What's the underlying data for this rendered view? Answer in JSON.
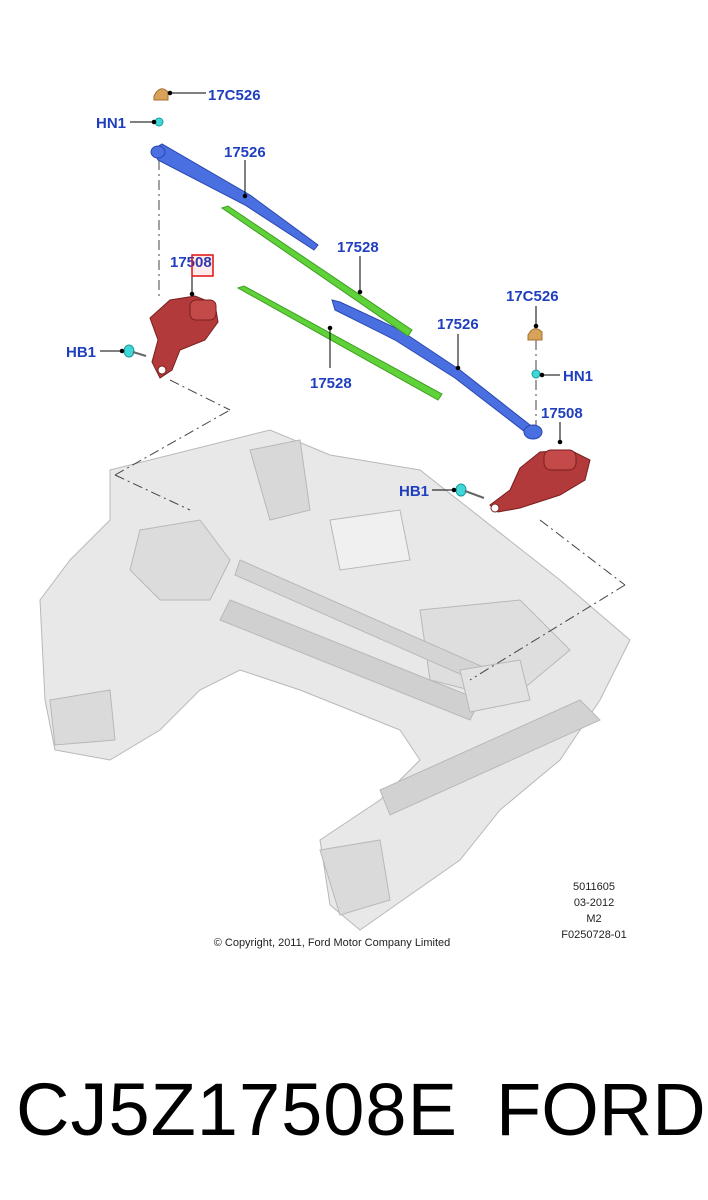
{
  "callouts": {
    "cap_top": "17C526",
    "nut_top": "HN1",
    "arm_top": "17526",
    "motor_left": "17508",
    "blade_top": "17528",
    "bolt_left": "HB1",
    "cap_right": "17C526",
    "arm_right": "17526",
    "nut_right": "HN1",
    "blade_bottom": "17528",
    "motor_right": "17508",
    "bolt_right": "HB1"
  },
  "drawing_info": {
    "line1": "5011605",
    "line2": "03-2012",
    "line3": "M2",
    "line4": "F0250728-01"
  },
  "copyright": "© Copyright, 2011, Ford Motor Company Limited",
  "caption": {
    "part_number": "CJ5Z17508E",
    "brand": "FORD"
  },
  "colors": {
    "callout_text": "#1f3fbf",
    "wiper_arm": "#4a6fe0",
    "wiper_blade": "#5fd23a",
    "motor": "#b23a3a",
    "fastener": "#3fd7d7",
    "cap": "#d9a25a",
    "body_structure": "#e6e6e6"
  }
}
